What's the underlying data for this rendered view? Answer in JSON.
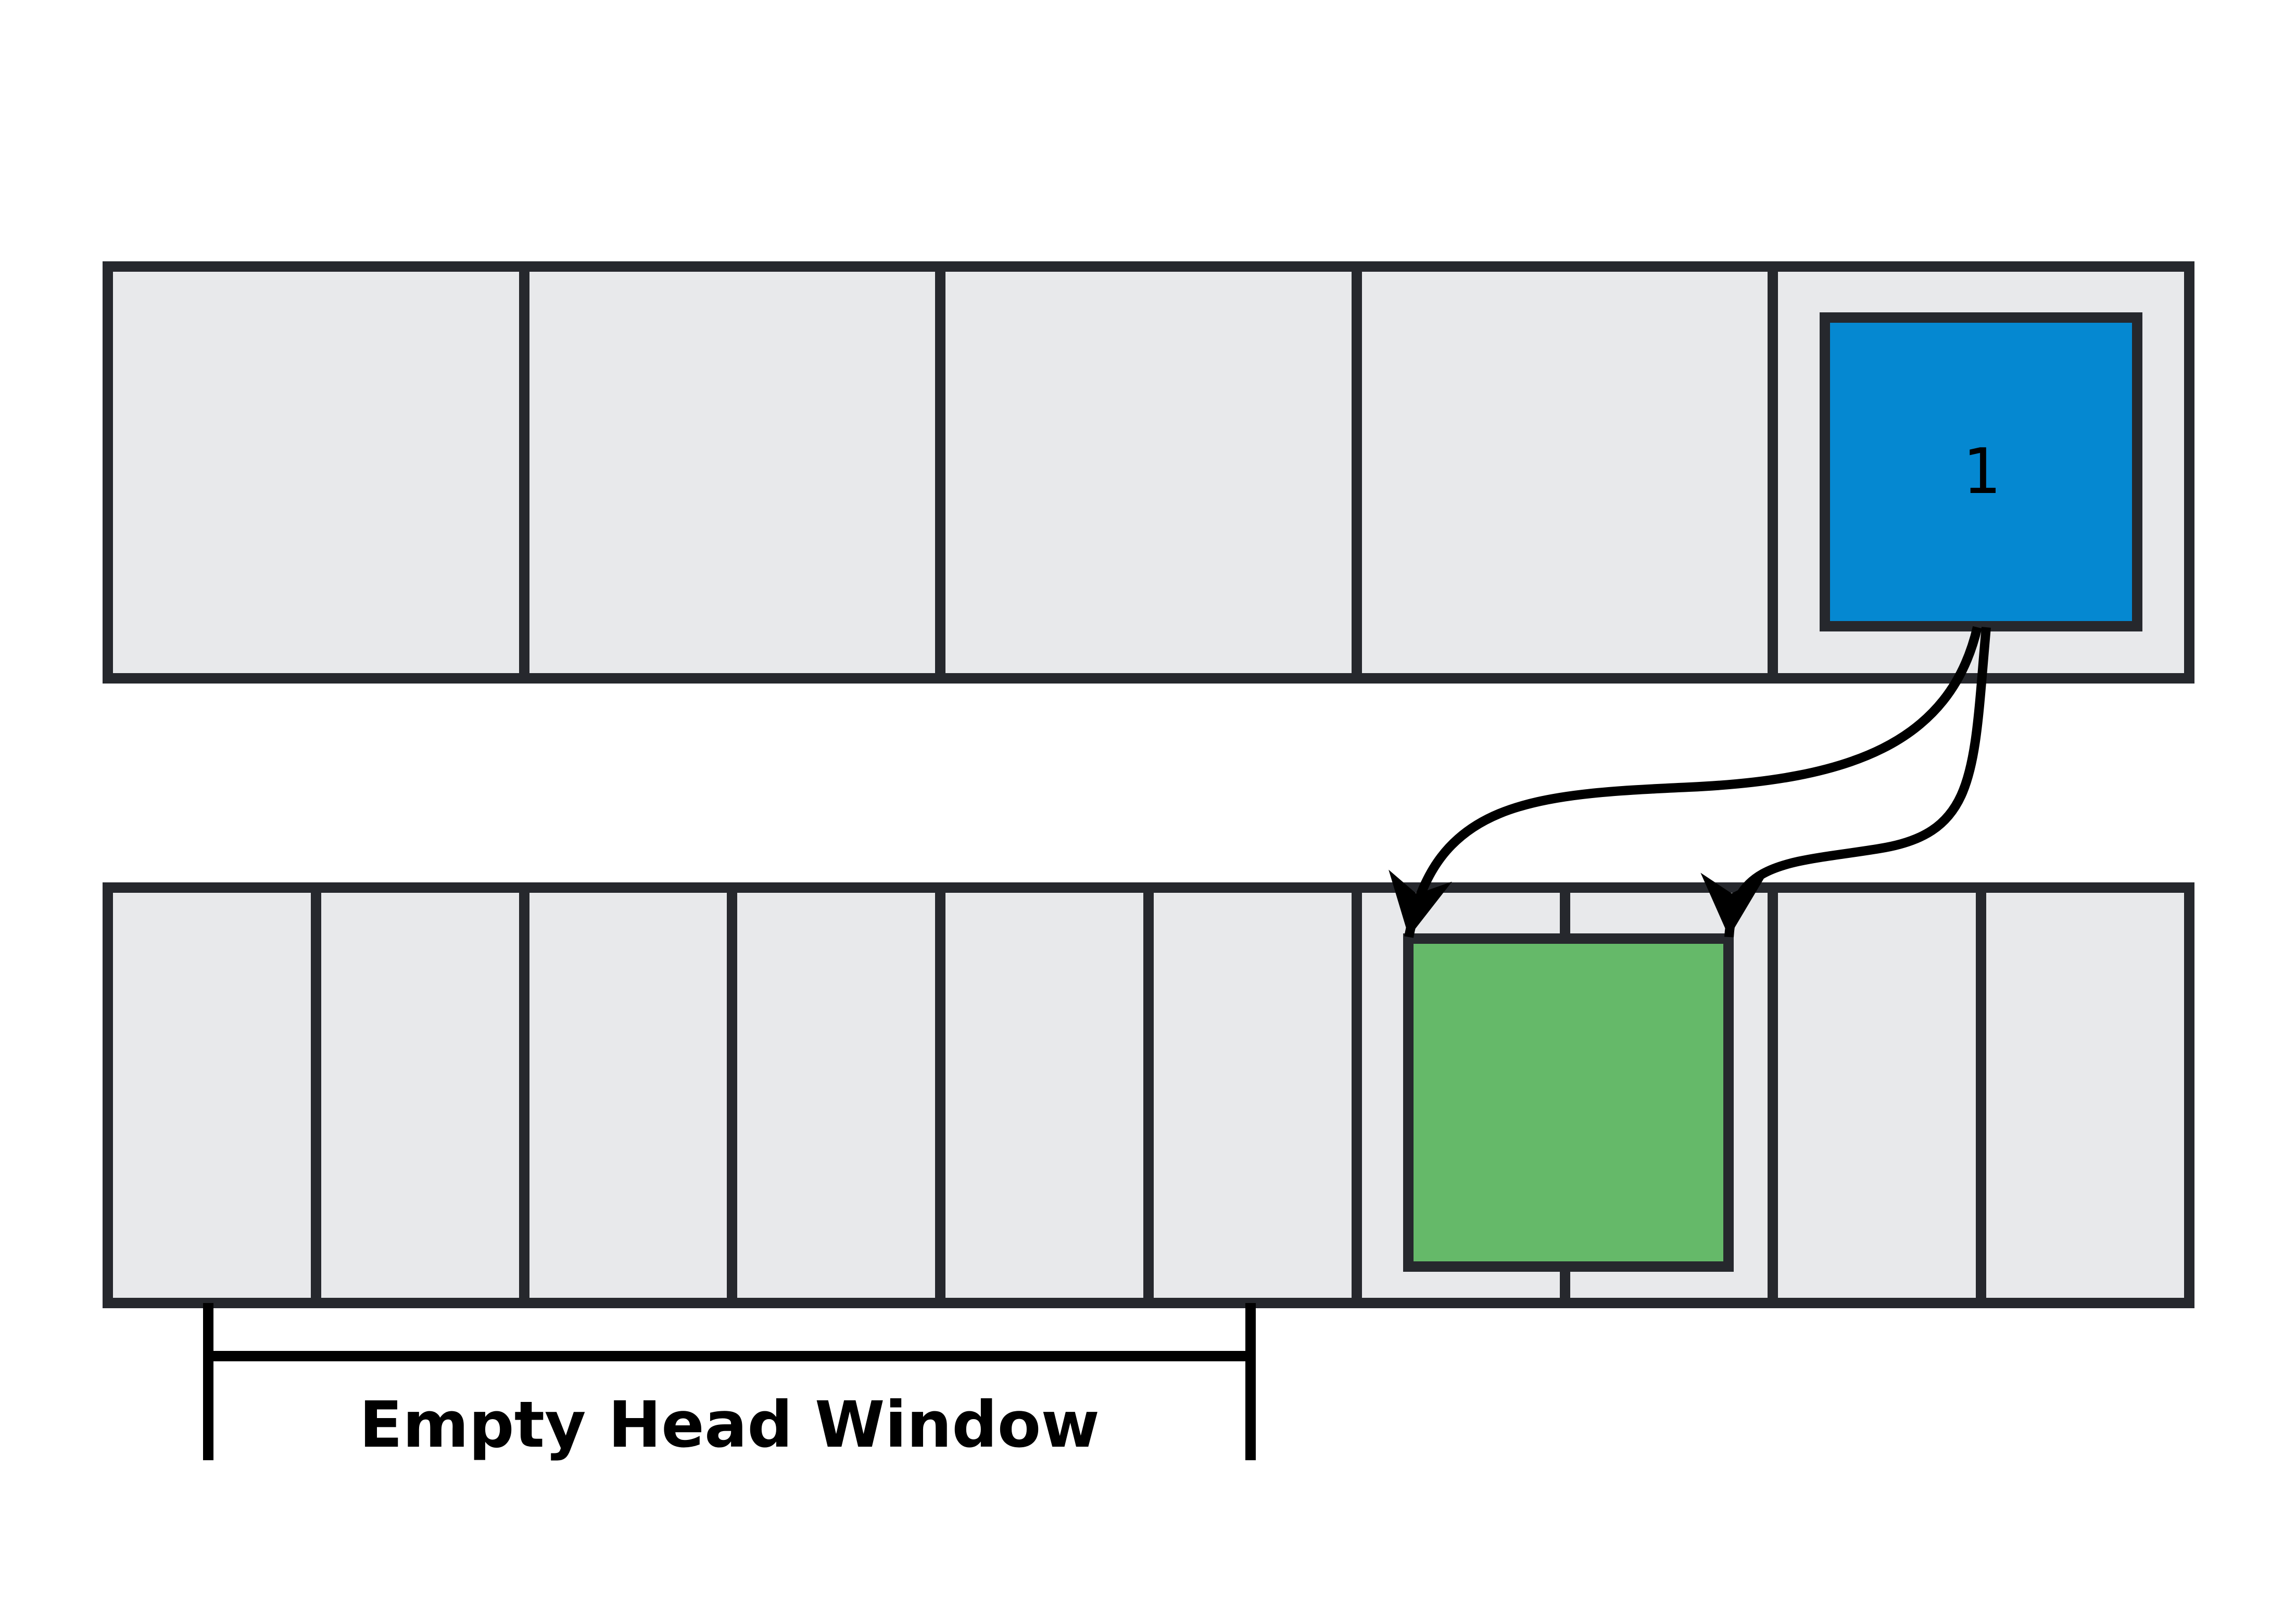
{
  "colors": {
    "background": "#ffffff",
    "cell_fill": "#e8e9eb",
    "grid_border": "#26282d",
    "token_blue": "#0588d1",
    "slot_green": "#65b969",
    "annotation": "#000000"
  },
  "top_row": {
    "cell_count": 5
  },
  "bottom_row": {
    "cell_count": 10
  },
  "token": {
    "label": "1"
  },
  "annotation": {
    "label": "Empty Head Window"
  }
}
